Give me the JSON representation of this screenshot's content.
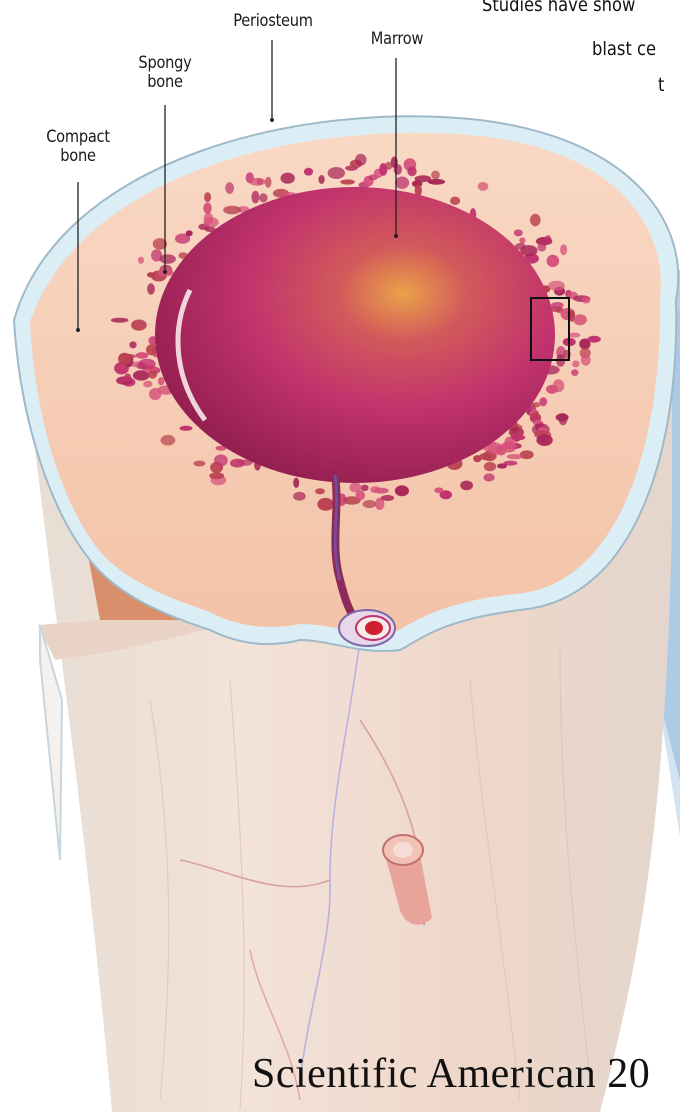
{
  "labels": {
    "periosteum": "Periosteum",
    "marrow": "Marrow",
    "spongy_bone": [
      "Spongy",
      "bone"
    ],
    "compact_bone": [
      "Compact",
      "bone"
    ]
  },
  "cropped_text": {
    "line1": "Studies have show",
    "line2": "blast ce",
    "line3": "t"
  },
  "credit": "Scientific American 20",
  "colors": {
    "marrow": "#c0326e",
    "cut_surface": "#f6cdb6",
    "periosteum": "#d9ecf3",
    "bone_shaft": "#f0ddd2",
    "callout": "#b9d4ea"
  }
}
